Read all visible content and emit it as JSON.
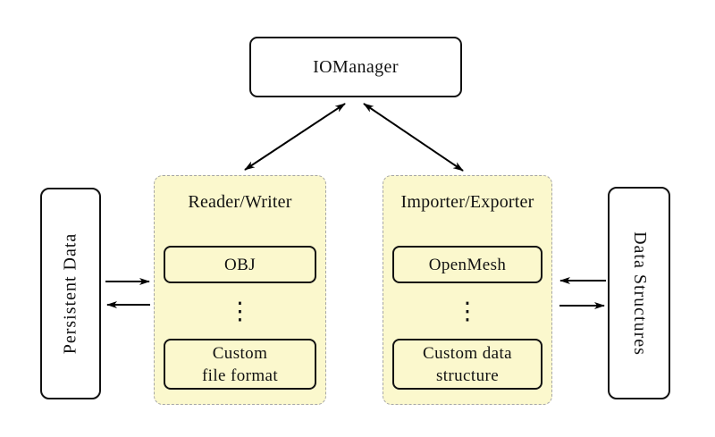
{
  "nodes": {
    "iomanager": {
      "label": "IOManager"
    },
    "persistent_data": {
      "label": "Persistent Data"
    },
    "data_structures": {
      "label": "Data Structures"
    },
    "reader_writer": {
      "title": "Reader/Writer",
      "item1_label": "OBJ",
      "ellipsis": "⋮",
      "item2_line1": "Custom",
      "item2_line2": "file format"
    },
    "importer_exporter": {
      "title": "Importer/Exporter",
      "item1_label": "OpenMesh",
      "ellipsis": "⋮",
      "item2_line1": "Custom data",
      "item2_line2": "structure"
    }
  },
  "colors": {
    "group_fill": "#FBF8CD",
    "group_dashed_border": "#A6A6A6",
    "node_border": "#111111",
    "node_fill": "#FFFFFF",
    "arrow": "#000000",
    "background": "#FFFFFF"
  }
}
